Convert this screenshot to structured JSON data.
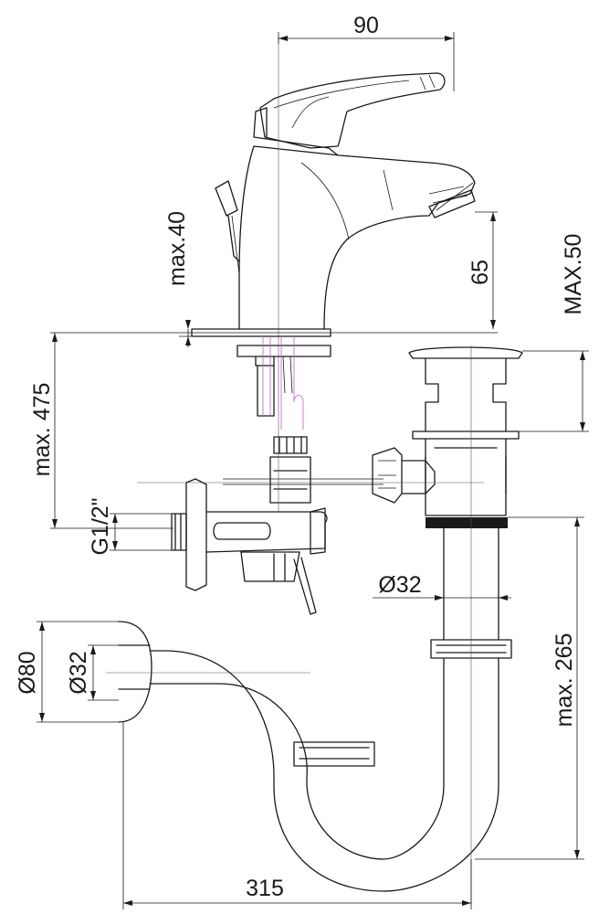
{
  "dimensions": {
    "width_top": "90",
    "max_40": "max.40",
    "spout_65": "65",
    "max_50": "MAX.50",
    "max_475": "max. 475",
    "thread_g12": "G1/2\"",
    "dia_32_drain": "Ø32",
    "dia_80": "Ø80",
    "dia_32_wall": "Ø32",
    "max_265": "max. 265",
    "width_315": "315"
  }
}
